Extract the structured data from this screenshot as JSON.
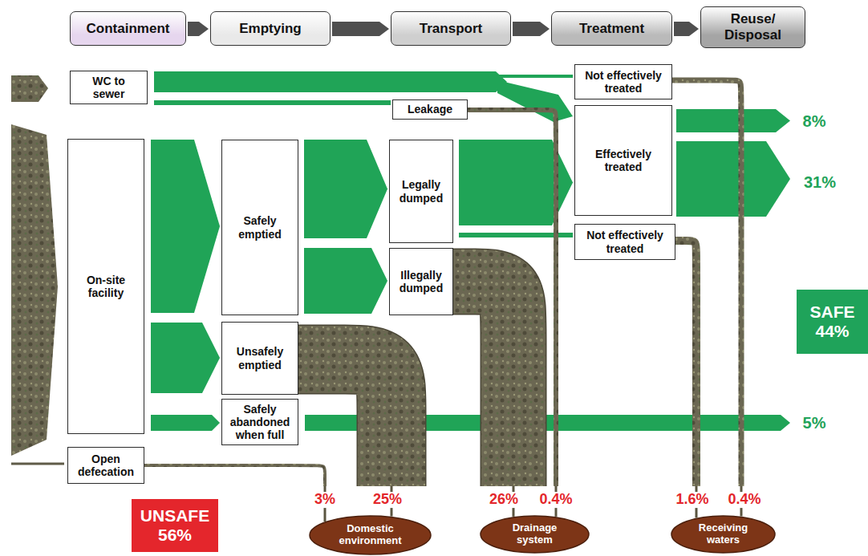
{
  "diagram": {
    "nodes": [
      {
        "text": [
          "Containment"
        ]
      },
      {
        "text": [
          "Emptying"
        ]
      },
      {
        "text": [
          "Transport"
        ]
      },
      {
        "text": [
          "Treatment"
        ]
      },
      {
        "text": [
          "Reuse/ Disposal"
        ]
      },
      {
        "text": [
          "WC to sewer"
        ]
      },
      {
        "text": [
          "Not effectively treated"
        ]
      },
      {
        "text": [
          "Leakage"
        ]
      },
      {
        "text": [
          "Effectively treated"
        ]
      },
      {
        "text": [
          "On-site facility"
        ]
      },
      {
        "text": [
          "Safely emptied"
        ]
      },
      {
        "text": [
          "Legally dumped"
        ]
      },
      {
        "text": [
          "Illegally dumped"
        ]
      },
      {
        "text": [
          "Not effectively treated"
        ]
      },
      {
        "text": [
          "SAFE 44%"
        ]
      },
      {
        "text": [
          "Unsafely emptied"
        ]
      },
      {
        "text": [
          "Safely abandoned when full"
        ]
      },
      {
        "text": [
          "Open defecation"
        ]
      },
      {
        "text": [
          "UNSAFE 56%"
        ]
      },
      {
        "text": [
          "Domestic environment"
        ]
      },
      {
        "text": [
          "Drainage system"
        ]
      },
      {
        "text": [
          "Receiving waters"
        ]
      }
    ],
    "edges": [
      {
        "from": 0,
        "to": 1,
        "arrow": "to"
      },
      {
        "from": 1,
        "to": 2,
        "arrow": "to"
      },
      {
        "from": 2,
        "to": 3,
        "arrow": "to"
      },
      {
        "from": 3,
        "to": 4,
        "arrow": "to"
      },
      {
        "from": 5,
        "to": 8,
        "arrow": "to"
      },
      {
        "from": 5,
        "to": 6,
        "arrow": "none"
      },
      {
        "from": 5,
        "to": 7,
        "arrow": "none"
      },
      {
        "from": 9,
        "to": 10,
        "arrow": "to"
      },
      {
        "from": 9,
        "to": 15,
        "arrow": "to"
      },
      {
        "from": 9,
        "to": 16,
        "arrow": "to"
      },
      {
        "from": 10,
        "to": 11,
        "arrow": "to"
      },
      {
        "from": 10,
        "to": 12,
        "arrow": "to"
      },
      {
        "from": 11,
        "to": 8,
        "arrow": "to"
      },
      {
        "from": 11,
        "to": 13,
        "arrow": "none"
      },
      {
        "from": 7,
        "to": 20,
        "arrow": "none"
      },
      {
        "from": 6,
        "to": 21,
        "arrow": "none"
      },
      {
        "from": 13,
        "to": 21,
        "arrow": "none"
      },
      {
        "from": 15,
        "to": 19,
        "arrow": "none"
      },
      {
        "from": 12,
        "to": 20,
        "arrow": "none"
      },
      {
        "from": 17,
        "to": 19,
        "arrow": "none"
      }
    ],
    "labels": [
      "8%",
      "31%",
      "5%",
      "3%",
      "25%",
      "26%",
      "0.4%",
      "1.6%",
      "0.4%"
    ]
  }
}
